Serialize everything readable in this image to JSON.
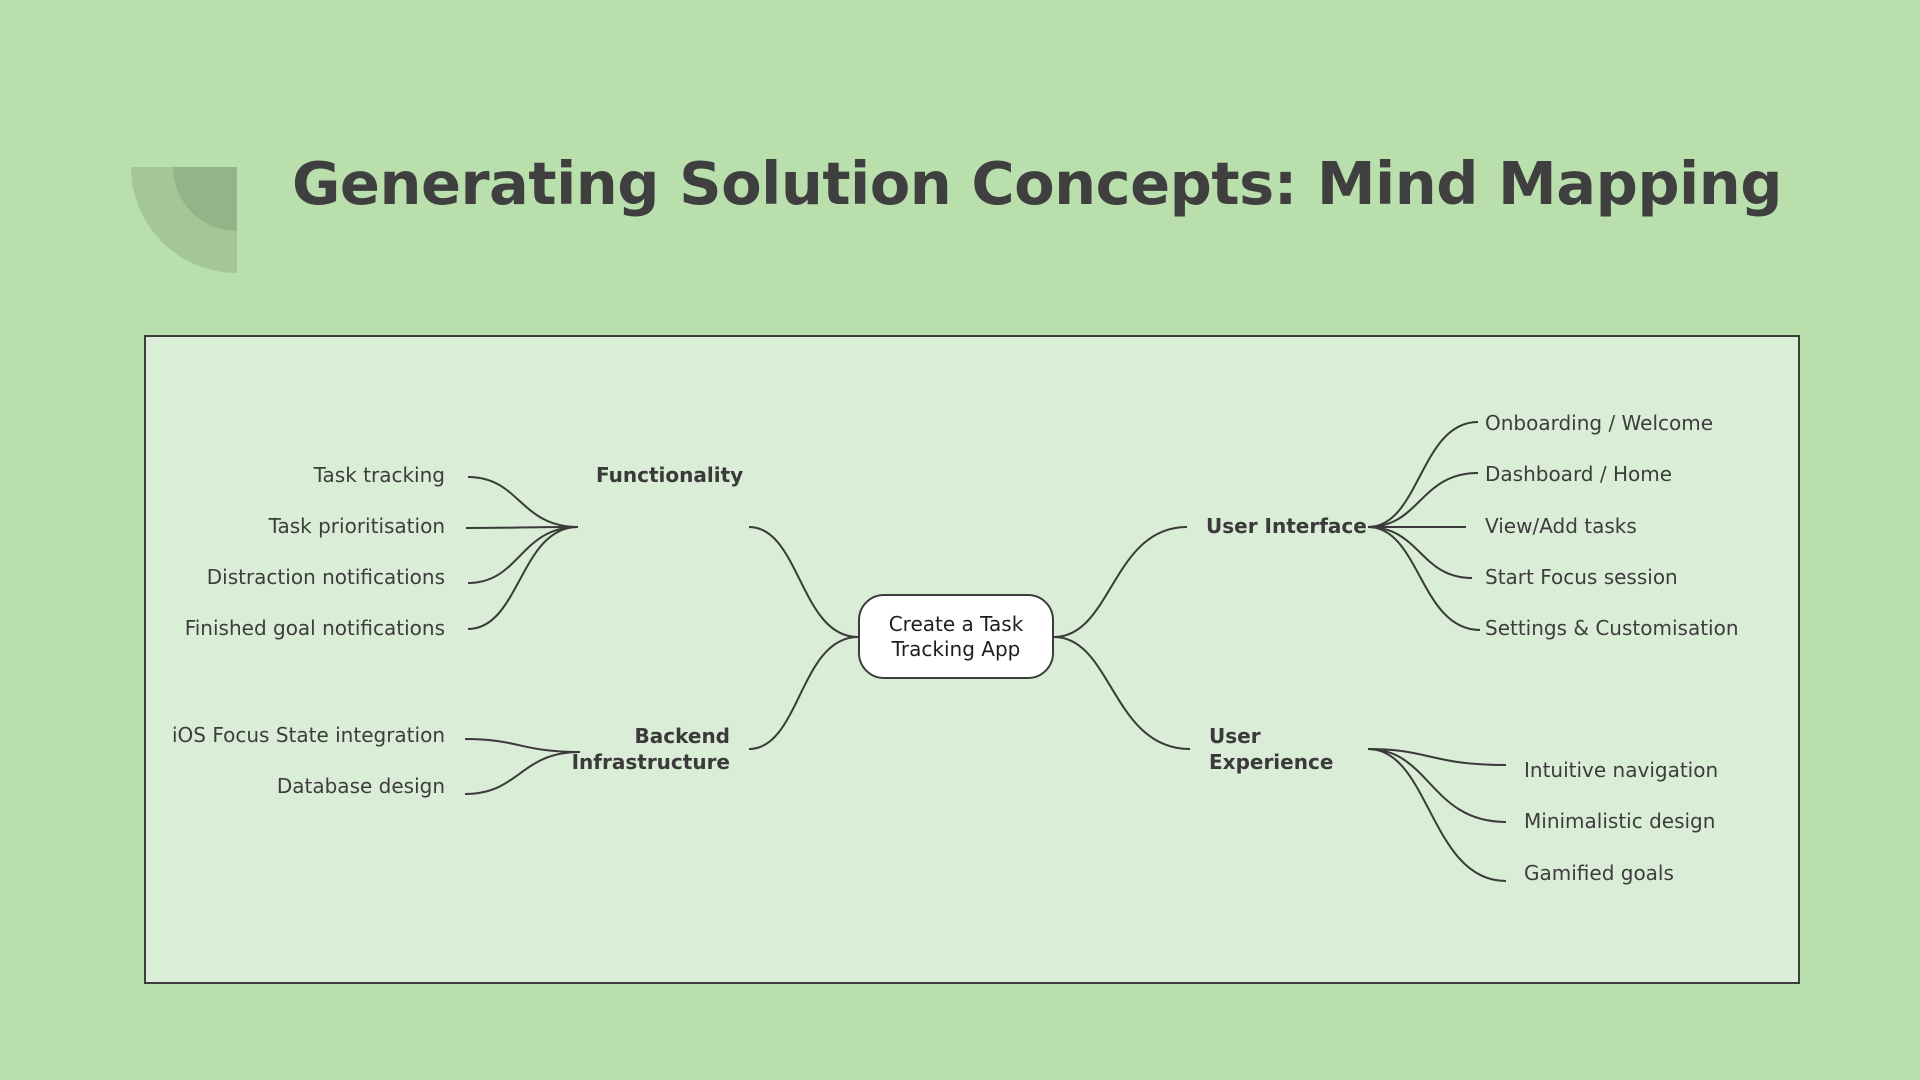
{
  "slide": {
    "title": "Generating Solution Concepts: Mind Mapping"
  },
  "colors": {
    "background": "#b9dfad",
    "panel": "#daedd6",
    "line": "#3a3a3a",
    "text": "#3d3d3d",
    "center_fill": "#ffffff"
  },
  "mindmap": {
    "center": {
      "line1": "Create a Task",
      "line2": "Tracking App"
    },
    "functionality": {
      "label": "Functionality",
      "items": [
        "Task tracking",
        "Task prioritisation",
        "Distraction notifications",
        "Finished goal notifications"
      ]
    },
    "backend": {
      "line1": "Backend",
      "line2": "Infrastructure",
      "items": [
        "iOS Focus State integration",
        "Database design"
      ]
    },
    "user_interface": {
      "label": "User Interface",
      "items": [
        "Onboarding / Welcome",
        "Dashboard / Home",
        "View/Add tasks",
        "Start Focus session",
        "Settings & Customisation"
      ]
    },
    "user_experience": {
      "line1": "User",
      "line2": "Experience",
      "items": [
        "Intuitive navigation",
        "Minimalistic design",
        "Gamified goals"
      ]
    }
  }
}
